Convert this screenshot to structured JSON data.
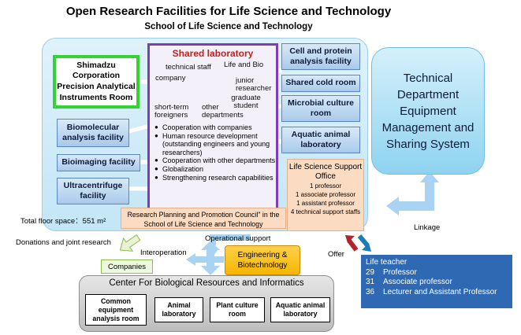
{
  "title": "Open Research Facilities for Life Science and Technology",
  "subtitle": "School of Life Science and Technology",
  "shimadzu": "Shimadzu Corporation Precision Analytical Instruments Room",
  "left_facilities": [
    "Biomolecular analysis facility",
    "Bioimaging facility",
    "Ultracentrifuge facility"
  ],
  "shared_lab": {
    "title": "Shared laboratory",
    "labels": {
      "technical_staff": "technical staff",
      "life_and_bio": "Life and Bio",
      "company": "company",
      "junior_researcher": "junior researcher",
      "graduate_student": "graduate student",
      "short_term": "short-term foreigners",
      "other_departments": "other departments"
    },
    "bullets": [
      "Cooperation with companies",
      "Human resource development (outstanding engineers and young researchers)",
      "Cooperation with other departments",
      "Globalization",
      "Strengthening research capabilities"
    ]
  },
  "right_facilities": [
    "Cell and protein analysis facility",
    "Shared cold room",
    "Microbial culture room",
    "Aquatic animal laboratory"
  ],
  "support_office": {
    "title": "Life Science Support Office",
    "staff": [
      "1 professor",
      "1 associate professor",
      "1 assistant professor",
      "4 technical support staffs"
    ]
  },
  "council": "Research Planning and Promotion Council\" in the School of Life Science and Technology",
  "floor_space": "Total floor space：551 m²",
  "technical_department": "Technical Department Equipment Management and Sharing System",
  "linkage": "Linkage",
  "donations": "Donations and joint research",
  "companies": "Companies",
  "interoperation": "Interoperation",
  "operational_support": "Operational support",
  "engineering": "Engineering & Biotechnology",
  "offer": "Offer",
  "life_teacher": {
    "title": "Life teacher",
    "rows": [
      {
        "count": "29",
        "role": "Professor"
      },
      {
        "count": "31",
        "role": "Associate professor"
      },
      {
        "count": "36",
        "role": "Lecturer and Assistant Professor"
      }
    ]
  },
  "center": {
    "title": "Center For Biological Resources and Informatics",
    "units": [
      "Common equipment analysis room",
      "Animal laboratory",
      "Plant culture room",
      "Aquatic animal laboratory"
    ]
  },
  "colors": {
    "shared_border": "#7b3fb5",
    "shimadzu_border": "#34d334",
    "teacher_bg": "#2f69b3",
    "engineering_bg": "#ffc21a"
  }
}
